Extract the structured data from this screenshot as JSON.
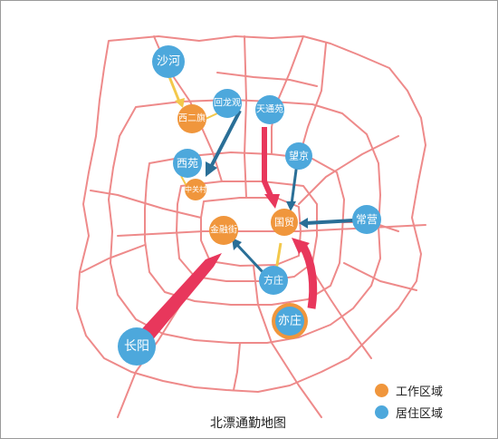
{
  "colors": {
    "work": "#f0963c",
    "residential": "#4da8dc",
    "road": "#ee8a8a",
    "arrow_major": "#e8375c",
    "arrow_medium": "#2a6f97",
    "arrow_minor": "#f3c84b"
  },
  "nodes": [
    {
      "id": "shahe",
      "label": "沙河",
      "type": "residential"
    },
    {
      "id": "xierqi",
      "label": "西二旗",
      "type": "work"
    },
    {
      "id": "huilongguan",
      "label": "回龙观",
      "type": "residential"
    },
    {
      "id": "tiantongyuan",
      "label": "天通苑",
      "type": "residential"
    },
    {
      "id": "xiyuan",
      "label": "西苑",
      "type": "residential"
    },
    {
      "id": "zhongguancun",
      "label": "中关村",
      "type": "work"
    },
    {
      "id": "wangjing",
      "label": "望京",
      "type": "residential"
    },
    {
      "id": "guomao",
      "label": "国贸",
      "type": "work"
    },
    {
      "id": "changying",
      "label": "常营",
      "type": "residential"
    },
    {
      "id": "jinrongjie",
      "label": "金融街",
      "type": "work"
    },
    {
      "id": "fangzhuang",
      "label": "方庄",
      "type": "residential"
    },
    {
      "id": "yizhuang",
      "label": "亦庄",
      "type": "residential"
    },
    {
      "id": "changyang",
      "label": "长阳",
      "type": "residential"
    }
  ],
  "legend": {
    "work_label": "工作区域",
    "residential_label": "居住区域"
  },
  "title": "北漂通勤地图"
}
